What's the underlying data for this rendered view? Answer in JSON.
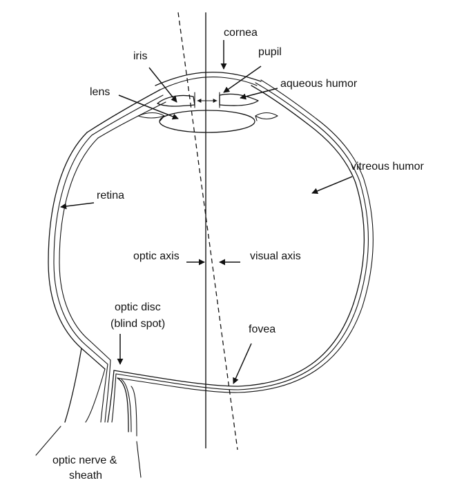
{
  "labels": {
    "cornea": "cornea",
    "pupil": "pupil",
    "iris": "iris",
    "aqueous_humor": "aqueous humor",
    "lens": "lens",
    "vitreous_humor": "vitreous humor",
    "retina": "retina",
    "optic_axis": "optic axis",
    "visual_axis": "visual axis",
    "optic_disc_line1": "optic disc",
    "optic_disc_line2": "(blind spot)",
    "fovea": "fovea",
    "optic_nerve_line1": "optic nerve &",
    "optic_nerve_line2": "sheath"
  },
  "colors": {
    "line": "#111111",
    "background": "#ffffff"
  }
}
